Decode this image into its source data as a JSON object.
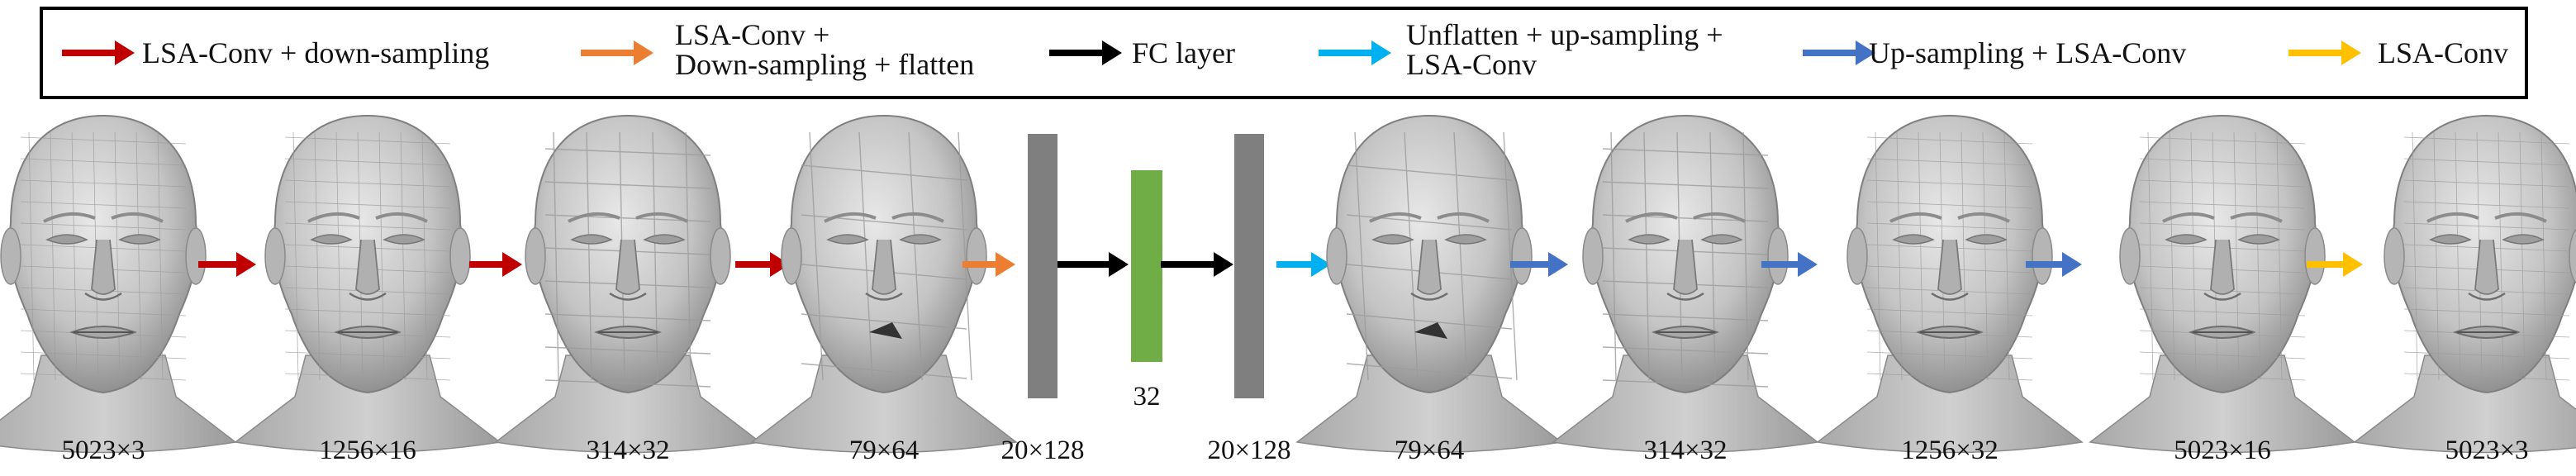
{
  "colors": {
    "dark_red": "#c00000",
    "orange": "#ed7d31",
    "black": "#000000",
    "cyan": "#00b0f0",
    "blue": "#4472c4",
    "yellow": "#ffc000",
    "gray_bar": "#7f7f7f",
    "green_bar": "#70ad47",
    "mesh_fill": "#c8c8c8",
    "mesh_lines": "#9a9a9a"
  },
  "legend": [
    {
      "key": "lsa-conv-down",
      "arrow_color": "#c00000",
      "lines": [
        "LSA-Conv + down-sampling"
      ]
    },
    {
      "key": "lsa-conv-down-flatten",
      "arrow_color": "#ed7d31",
      "lines": [
        "LSA-Conv +",
        "Down-sampling + flatten"
      ]
    },
    {
      "key": "fc-layer",
      "arrow_color": "#000000",
      "lines": [
        "FC layer"
      ]
    },
    {
      "key": "unflatten-up",
      "arrow_color": "#00b0f0",
      "lines": [
        "Unflatten + up-sampling +",
        "LSA-Conv"
      ]
    },
    {
      "key": "up-lsa-conv",
      "arrow_color": "#4472c4",
      "lines": [
        "Up-sampling + LSA-Conv"
      ]
    },
    {
      "key": "lsa-conv",
      "arrow_color": "#ffc000",
      "lines": [
        "LSA-Conv"
      ]
    }
  ],
  "stages": [
    {
      "kind": "mesh",
      "detail": 3,
      "label": "5023×3"
    },
    {
      "kind": "arrow",
      "arrow_color": "#c00000"
    },
    {
      "kind": "mesh",
      "detail": 3,
      "label": "1256×16"
    },
    {
      "kind": "arrow",
      "arrow_color": "#c00000"
    },
    {
      "kind": "mesh",
      "detail": 2,
      "label": "314×32"
    },
    {
      "kind": "arrow",
      "arrow_color": "#c00000"
    },
    {
      "kind": "mesh",
      "detail": 1,
      "label": "79×64"
    },
    {
      "kind": "arrow",
      "arrow_color": "#ed7d31"
    },
    {
      "kind": "bar",
      "bar_color": "#7f7f7f",
      "label": "20×128"
    },
    {
      "kind": "arrow",
      "arrow_color": "#000000"
    },
    {
      "kind": "bar-small",
      "bar_color": "#70ad47",
      "label": "32"
    },
    {
      "kind": "arrow",
      "arrow_color": "#000000"
    },
    {
      "kind": "bar",
      "bar_color": "#7f7f7f",
      "label": "20×128"
    },
    {
      "kind": "arrow",
      "arrow_color": "#00b0f0"
    },
    {
      "kind": "mesh",
      "detail": 1,
      "label": "79×64"
    },
    {
      "kind": "arrow",
      "arrow_color": "#4472c4"
    },
    {
      "kind": "mesh",
      "detail": 2,
      "label": "314×32"
    },
    {
      "kind": "arrow",
      "arrow_color": "#4472c4"
    },
    {
      "kind": "mesh",
      "detail": 3,
      "label": "1256×32"
    },
    {
      "kind": "arrow",
      "arrow_color": "#4472c4"
    },
    {
      "kind": "mesh",
      "detail": 3,
      "label": "5023×16"
    },
    {
      "kind": "arrow",
      "arrow_color": "#ffc000"
    },
    {
      "kind": "mesh",
      "detail": 3,
      "label": "5023×3"
    }
  ]
}
